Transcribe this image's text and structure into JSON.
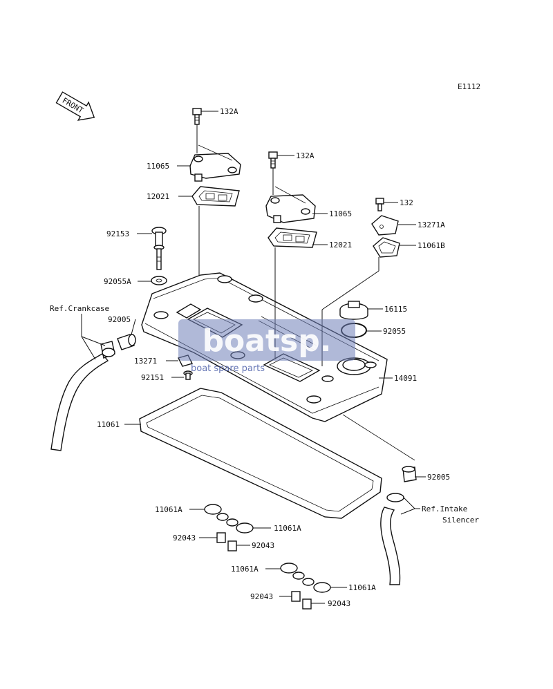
{
  "diagram_code": "E1112",
  "front_label": "FRONT",
  "watermark": {
    "logo_text": "boatsp.",
    "sub_text": "boat spare parts"
  },
  "callouts": [
    "132A",
    "11065",
    "12021",
    "92153",
    "92055A",
    "Ref.Crankcase",
    "92005",
    "13271",
    "92151",
    "11061",
    "132A",
    "11065",
    "12021",
    "132",
    "13271A",
    "11061B",
    "16115",
    "92055",
    "14091",
    "92005",
    "Ref.Intake",
    "Silencer",
    "11061A",
    "92043",
    "11061A",
    "92043",
    "11061A",
    "92043",
    "11061A",
    "92043"
  ]
}
